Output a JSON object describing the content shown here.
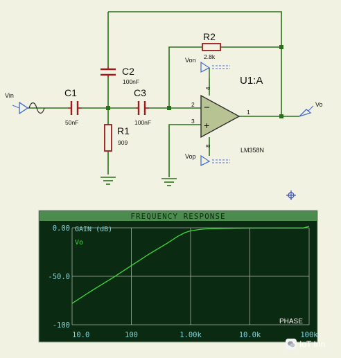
{
  "schematic": {
    "vin_label": "Vin",
    "vo_label": "Vo",
    "von_label": "Von",
    "vop_label": "Vop",
    "c1_name": "C1",
    "c1_value": "50nF",
    "c2_name": "C2",
    "c2_value": "100nF",
    "c3_name": "C3",
    "c3_value": "100nF",
    "r1_name": "R1",
    "r1_value": "909",
    "r2_name": "R2",
    "r2_value": "2.8k",
    "opamp_ref": "U1:A",
    "opamp_part": "LM358N",
    "pin_inv": "2",
    "pin_noninv": "3",
    "pin_out": "1",
    "pin_v_neg": "4",
    "pin_v_pos": "8",
    "minus_sign": "−",
    "plus_sign": "+",
    "wire_color": "#2a6f1a",
    "component_color": "#9c1a1a"
  },
  "graph": {
    "title": "FREQUENCY  RESPONSE",
    "left_axis_label": "GAIN (dB)",
    "right_label": "PHASE",
    "series_label": "Vo",
    "background": "#0b2a12",
    "trace_color": "#3fd93f",
    "text_color": "#7fd6df"
  },
  "chart_data": {
    "type": "line",
    "title": "FREQUENCY  RESPONSE",
    "ylabel": "GAIN (dB)",
    "xscale": "log",
    "xlim": [
      10,
      100000
    ],
    "ylim": [
      -100,
      0
    ],
    "x_tick_labels": [
      "10.0",
      "100",
      "1.00k",
      "10.0k",
      "100k"
    ],
    "y_tick_labels": [
      "0.00",
      "-50.0",
      "-100"
    ],
    "grid": true,
    "series": [
      {
        "name": "Vo",
        "x": [
          10,
          20,
          50,
          100,
          200,
          400,
          600,
          800,
          1000,
          1500,
          2000,
          5000,
          10000,
          50000,
          80000,
          100000
        ],
        "y": [
          -78,
          -66,
          -51,
          -39,
          -27,
          -16,
          -9,
          -5,
          -3,
          -1.5,
          -1,
          -0.5,
          -0.3,
          -0.2,
          -0.2,
          1.5
        ]
      }
    ]
  },
  "watermark": {
    "text": "IoT Inn"
  }
}
